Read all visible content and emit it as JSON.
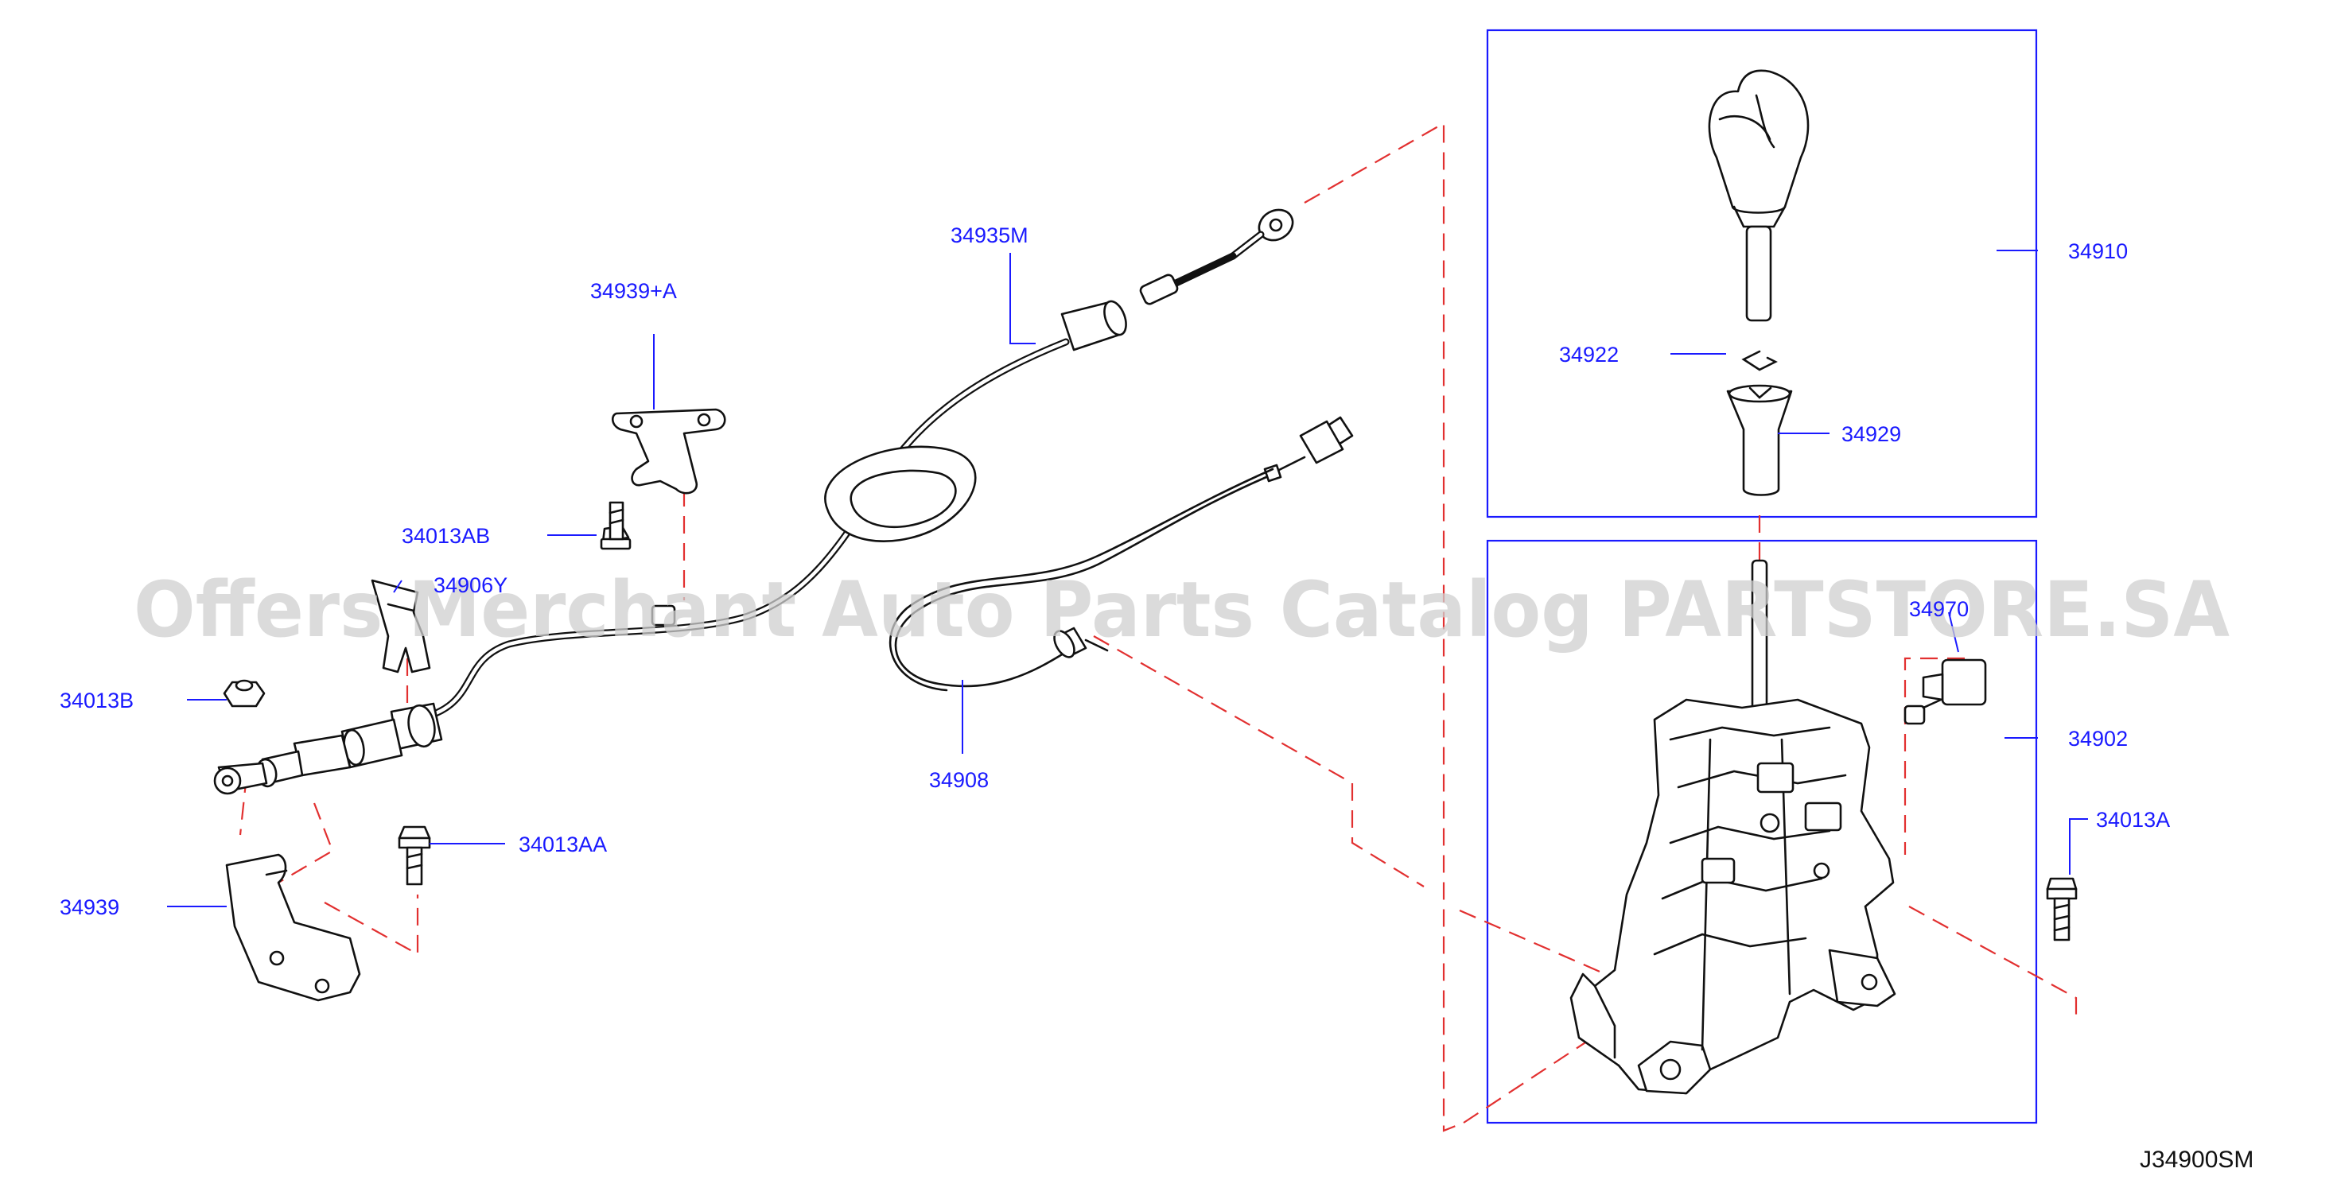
{
  "diagram": {
    "code": "J34900SM",
    "watermark": "Offers Merchant Auto Parts Catalog PARTSTORE.SA",
    "colors": {
      "label": "#1a1aff",
      "dashed_guide": "#e23030",
      "outline": "#111111",
      "watermark": "#cfcfcf"
    },
    "labels": {
      "p34910": "34910",
      "p34922": "34922",
      "p34929": "34929",
      "p34902": "34902",
      "p34970": "34970",
      "p34013A": "34013A",
      "p34935M": "34935M",
      "p34939A": "34939+A",
      "p34013AB": "34013AB",
      "p34906Y": "34906Y",
      "p34013B": "34013B",
      "p34013AA": "34013AA",
      "p34939": "34939",
      "p34908": "34908"
    }
  }
}
